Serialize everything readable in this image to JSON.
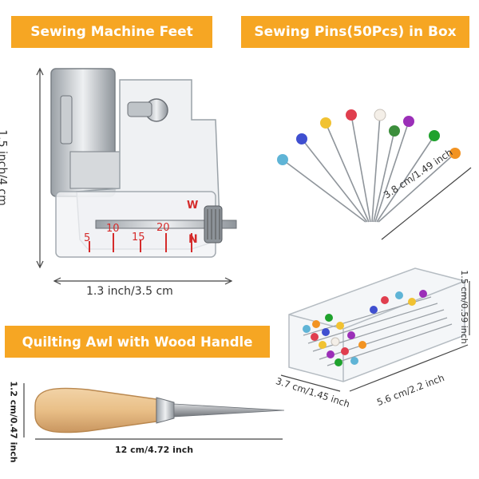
{
  "banners": {
    "feet": "Sewing Machine Feet",
    "pins": "Sewing Pins(50Pcs) in Box",
    "awl": "Quilting Awl with Wood Handle"
  },
  "foot": {
    "height_label": "1.5 inch/4 cm",
    "width_label": "1.3 inch/3.5 cm",
    "scale_marks": [
      "5",
      "10",
      "15",
      "20"
    ],
    "letter_w": "W",
    "letter_n": "N"
  },
  "pins": {
    "length_label": "3.8 cm/1.49 inch",
    "head_colors": [
      "#5fb4d6",
      "#3f4fd0",
      "#f1c232",
      "#e03e4e",
      "#f4efe8",
      "#3c8e3c",
      "#9b2fb8",
      "#1fa22d",
      "#f29322"
    ]
  },
  "box": {
    "height_label": "1.5 cm/0.59 inch",
    "length_label": "5.6 cm/2.2 inch",
    "width_label": "3.7 cm/1.45 inch"
  },
  "awl": {
    "height_label": "1.2 cm/0.47 inch",
    "length_label": "12 cm/4.72 inch"
  }
}
